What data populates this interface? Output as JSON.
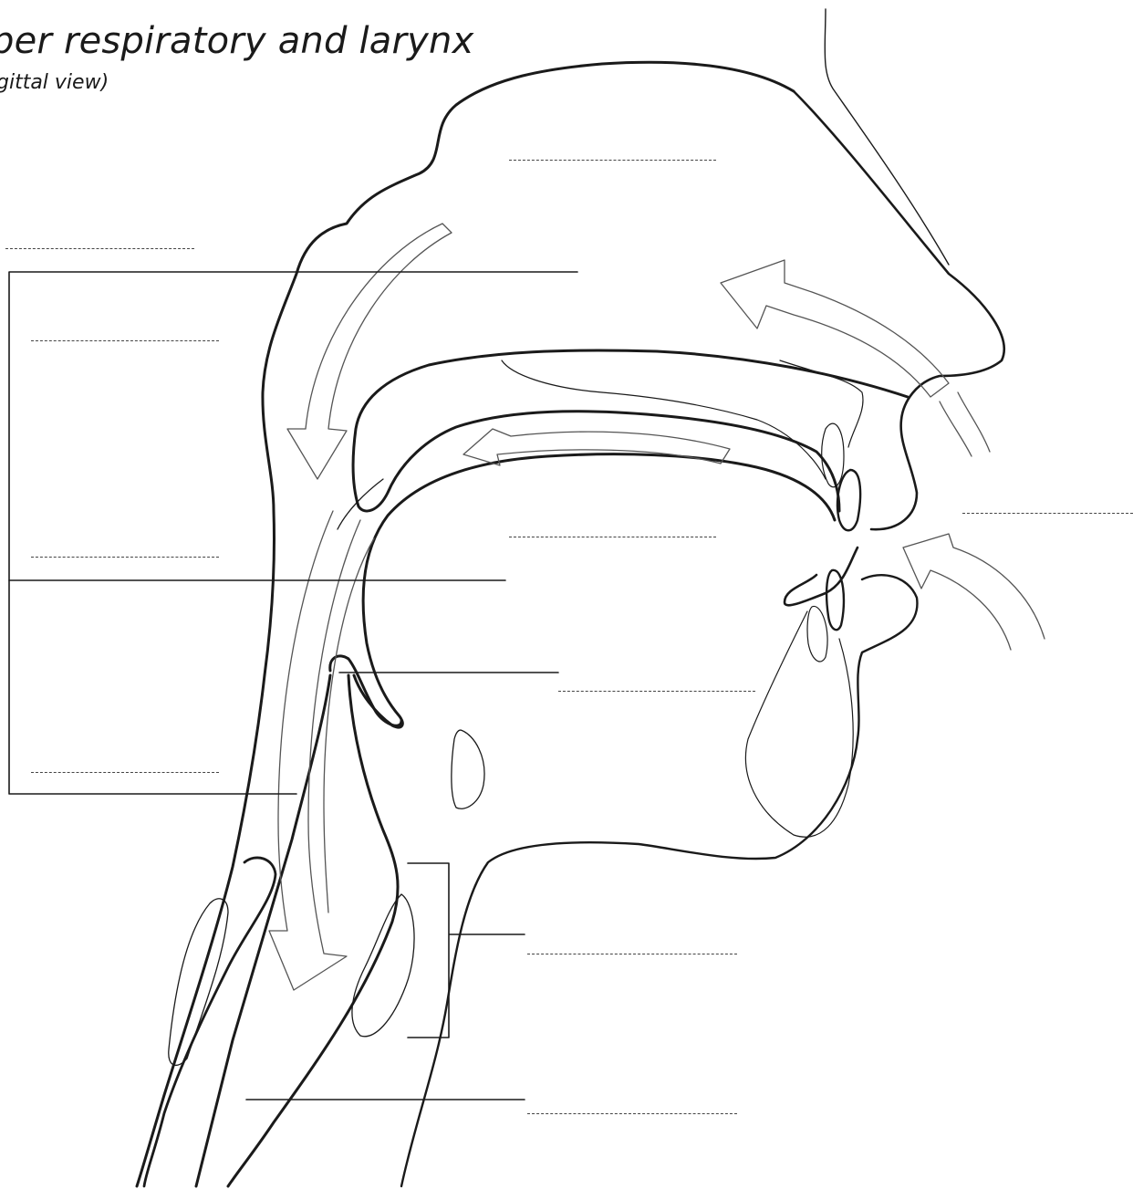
{
  "header": {
    "title": "per respiratory and larynx",
    "subtitle": "gittal view)"
  },
  "colors": {
    "outline": "#1a1a1a",
    "arrow": "#555555",
    "blank_line": "#444444"
  },
  "label_blanks": [
    {
      "id": "nasal-cavity",
      "value": ""
    },
    {
      "id": "pharynx-group",
      "value": ""
    },
    {
      "id": "nasopharynx",
      "value": ""
    },
    {
      "id": "oral-cavity",
      "value": ""
    },
    {
      "id": "oropharynx",
      "value": ""
    },
    {
      "id": "nostrils",
      "value": ""
    },
    {
      "id": "epiglottis",
      "value": ""
    },
    {
      "id": "laryngopharynx",
      "value": ""
    },
    {
      "id": "larynx",
      "value": ""
    },
    {
      "id": "esophagus",
      "value": ""
    }
  ]
}
